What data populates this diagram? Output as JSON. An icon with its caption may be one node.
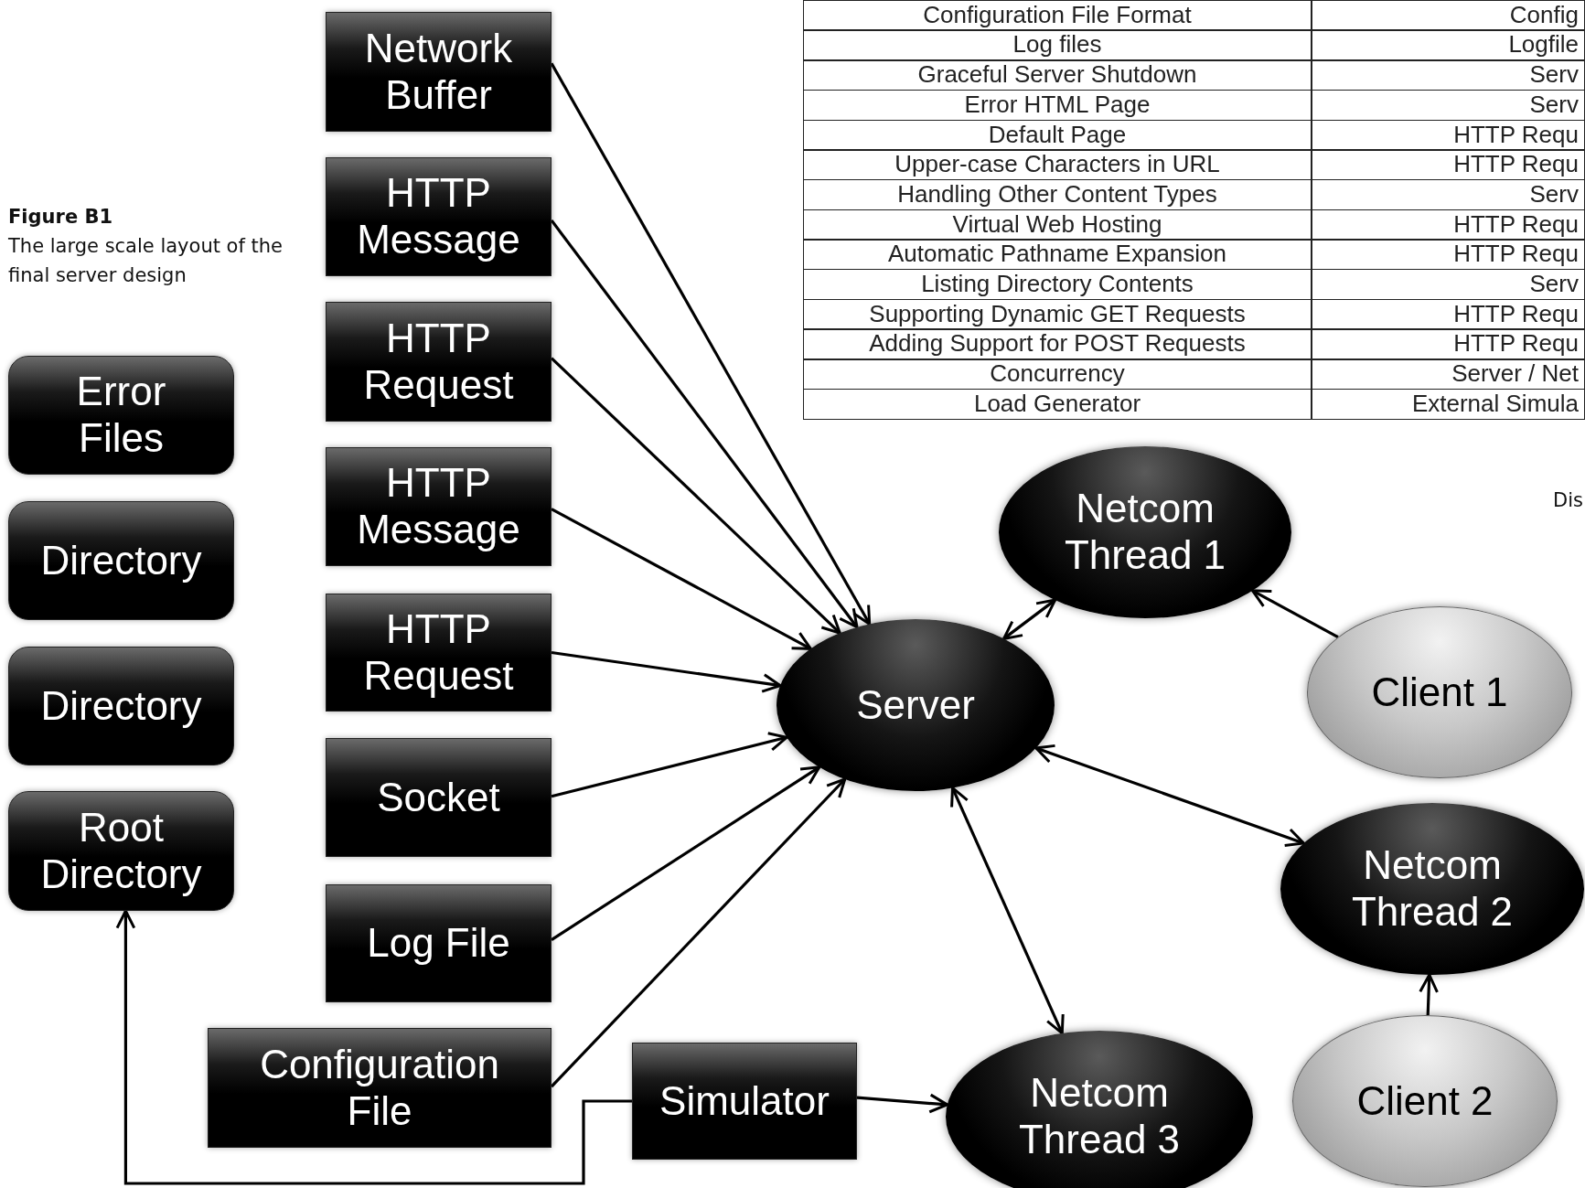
{
  "diagram": {
    "title": "Figure B1",
    "caption": "The large scale layout of the final server design",
    "nodes": [
      {
        "text": [
          "Error Files"
        ]
      },
      {
        "text": [
          "Directory"
        ]
      },
      {
        "text": [
          "Directory"
        ]
      },
      {
        "text": [
          "Root Directory"
        ]
      },
      {
        "text": [
          "Network Buffer"
        ]
      },
      {
        "text": [
          "HTTP Message"
        ]
      },
      {
        "text": [
          "HTTP Request"
        ]
      },
      {
        "text": [
          "HTTP Message"
        ]
      },
      {
        "text": [
          "HTTP Request"
        ]
      },
      {
        "text": [
          "Socket"
        ]
      },
      {
        "text": [
          "Log File"
        ]
      },
      {
        "text": [
          "Configuration File"
        ]
      },
      {
        "text": [
          "Simulator"
        ]
      },
      {
        "text": [
          "Server"
        ]
      },
      {
        "text": [
          "Netcom Thread 1"
        ]
      },
      {
        "text": [
          "Client 1"
        ]
      },
      {
        "text": [
          "Netcom Thread 2"
        ]
      },
      {
        "text": [
          "Client 2"
        ]
      },
      {
        "text": [
          "Netcom Thread 3"
        ]
      }
    ],
    "edges": [
      {
        "from": 4,
        "to": 13,
        "arrow": "to"
      },
      {
        "from": 5,
        "to": 13,
        "arrow": "to"
      },
      {
        "from": 6,
        "to": 13,
        "arrow": "to"
      },
      {
        "from": 7,
        "to": 13,
        "arrow": "to"
      },
      {
        "from": 8,
        "to": 13,
        "arrow": "to"
      },
      {
        "from": 9,
        "to": 13,
        "arrow": "to"
      },
      {
        "from": 10,
        "to": 13,
        "arrow": "to"
      },
      {
        "from": 11,
        "to": 13,
        "arrow": "to"
      },
      {
        "from": 13,
        "to": 14,
        "arrow": "both"
      },
      {
        "from": 15,
        "to": 14,
        "arrow": "to"
      },
      {
        "from": 13,
        "to": 16,
        "arrow": "both"
      },
      {
        "from": 17,
        "to": 16,
        "arrow": "to"
      },
      {
        "from": 13,
        "to": 18,
        "arrow": "both"
      },
      {
        "from": 12,
        "to": 18,
        "arrow": "to"
      },
      {
        "from": 12,
        "to": 3,
        "arrow": "to"
      }
    ],
    "labels": [
      "Configuration File Format",
      "Config",
      "Log files",
      "Logfile",
      "Graceful Server Shutdown",
      "Serv",
      "Error HTML Page",
      "Serv",
      "Default Page",
      "HTTP Requ",
      "Upper-case Characters in URL",
      "HTTP Requ",
      "Handling Other Content Types",
      "Serv",
      "Virtual Web Hosting",
      "HTTP Requ",
      "Automatic Pathname Expansion",
      "HTTP Requ",
      "Listing Directory Contents",
      "Serv",
      "Supporting Dynamic GET Requests",
      "HTTP Requ",
      "Adding Support for POST Requests",
      "HTTP Requ",
      "Concurrency",
      "Server /  Net",
      "Load Generator",
      "External Simula",
      "Dis"
    ]
  }
}
